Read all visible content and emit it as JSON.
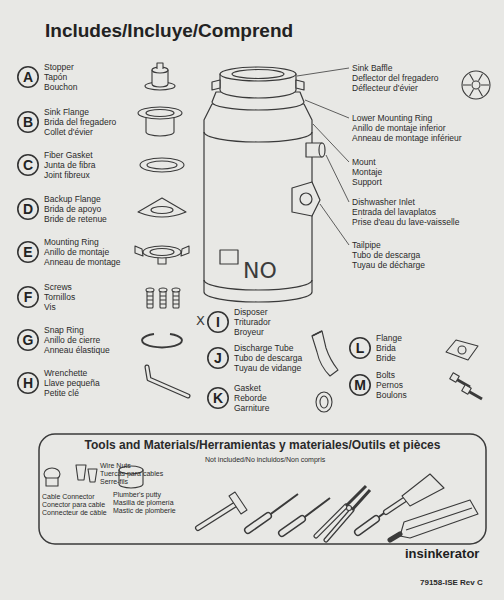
{
  "diagram": {
    "title": "Includes/Incluye/Comprend",
    "nodes": [
      {
        "text": [
          "A",
          "Stopper",
          "Tapón",
          "Bouchon"
        ]
      },
      {
        "text": [
          "B",
          "Sink Flange",
          "Brida del fregadero",
          "Collet d'évier"
        ]
      },
      {
        "text": [
          "C",
          "Fiber Gasket",
          "Junta de fibra",
          "Joint fibreux"
        ]
      },
      {
        "text": [
          "D",
          "Backup Flange",
          "Brida de apoyo",
          "Bride de retenue"
        ]
      },
      {
        "text": [
          "E",
          "Mounting Ring",
          "Anillo de montaje",
          "Anneau de montage"
        ]
      },
      {
        "text": [
          "F",
          "Screws",
          "Tornillos",
          "Vis"
        ]
      },
      {
        "text": [
          "G",
          "Snap Ring",
          "Anillo de cierre",
          "Anneau élastique"
        ]
      },
      {
        "text": [
          "H",
          "Wrenchette",
          "Llave pequeña",
          "Petite clé"
        ]
      },
      {
        "text": [
          "I",
          "Disposer",
          "Triturador",
          "Broyeur"
        ]
      },
      {
        "text": [
          "J",
          "Discharge Tube",
          "Tubo de descarga",
          "Tuyau de vidange"
        ]
      },
      {
        "text": [
          "K",
          "Gasket",
          "Reborde",
          "Garniture"
        ]
      },
      {
        "text": [
          "L",
          "Flange",
          "Brida",
          "Bride"
        ]
      },
      {
        "text": [
          "M",
          "Bolts",
          "Pernos",
          "Boulons"
        ]
      },
      {
        "text": [
          "Tools and Materials/Herramientas y materiales/Outils et pièces",
          "Not included/No incluidos/Non compris",
          "Wire Nuts",
          "Tuercas para cables",
          "Serre-fils",
          "Cable Connector",
          "Conector para cable",
          "Connecteur de câble",
          "Plumber's putty",
          "Masilla de plomería",
          "Mastic de plomberie"
        ]
      }
    ],
    "labels": [
      "Sink Baffle",
      "Deflector del fregadero",
      "Déflecteur d'évier",
      "Lower Mounting Ring",
      "Anillo de montaje inferior",
      "Anneau de montage inférieur",
      "Mount",
      "Montaje",
      "Support",
      "Dishwasher Inlet",
      "Entrada del lavaplatos",
      "Prise d'eau du lave-vaisselle",
      "Tailpipe",
      "Tubo de descarga",
      "Tuyau de décharge",
      "NO",
      "X",
      "insinkerator",
      "79158-ISE Rev C"
    ]
  }
}
